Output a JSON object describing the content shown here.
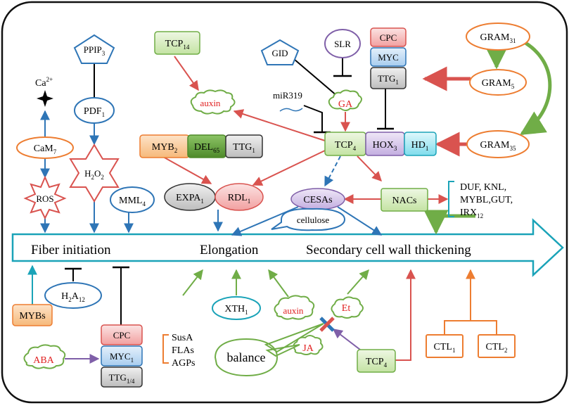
{
  "colors": {
    "red": "#d9534f",
    "blue": "#2e75b6",
    "green": "#70ad47",
    "orange": "#ed7d31",
    "purple": "#7f5fa8",
    "teal": "#1aa3b8",
    "label_red": "#e02020"
  },
  "nodes": {
    "ca2": {
      "base": "Ca",
      "sup": "2+"
    },
    "cam7": {
      "base": "CaM",
      "sub": "7"
    },
    "ros": "ROS",
    "ppip3": {
      "base": "PPIP",
      "sub": "3"
    },
    "pdf1": {
      "base": "PDF",
      "sub": "1"
    },
    "h2o2": {
      "p1": "H",
      "s1": "2",
      "p2": "O",
      "s2": "2"
    },
    "mml4": {
      "base": "MML",
      "sub": "4"
    },
    "tcp14": {
      "base": "TCP",
      "sub": "14"
    },
    "auxin_top": "auxin",
    "gid": "GID",
    "slr": "SLR",
    "ga": "GA",
    "mir319": "miR319",
    "cpc_top": "CPC",
    "myc_top": "MYC",
    "ttg1_top": {
      "base": "TTG",
      "sub": "1"
    },
    "gram31": {
      "base": "GRAM",
      "sub": "31"
    },
    "gram5": {
      "base": "GRAM",
      "sub": "5"
    },
    "gram35": {
      "base": "GRAM",
      "sub": "35"
    },
    "myb2": {
      "base": "MYB",
      "sub": "2"
    },
    "del65": {
      "base": "DEL",
      "sub": "65"
    },
    "ttg1_mid": {
      "base": "TTG",
      "sub": "1"
    },
    "tcp4_main": {
      "base": "TCP",
      "sub": "4"
    },
    "hox3": {
      "base": "HOX",
      "sub": "3"
    },
    "hd1": {
      "base": "HD",
      "sub": "1"
    },
    "expa1": {
      "base": "EXPA",
      "sub": "1"
    },
    "rdl1": {
      "base": "RDL",
      "sub": "1"
    },
    "cesas": "CESAs",
    "nacs": "NACs",
    "cellulose": "cellulose",
    "targets": {
      "l1": "DUF, KNL,",
      "l2": "MYBL,GUT,",
      "l3": "IRX",
      "l3_sub": "12"
    },
    "h2a12": {
      "base": "H",
      "s1": "2",
      "mid": "A",
      "s2": "12"
    },
    "mybs": "MYBs",
    "aba": "ABA",
    "cpc_bot": "CPC",
    "myc1_bot": {
      "base": "MYC",
      "sub": "1"
    },
    "ttg14_bot": {
      "base": "TTG",
      "sub": "1/4"
    },
    "susa": "SusA",
    "flas": "FLAs",
    "agps": "AGPs",
    "xth1": {
      "base": "XTH",
      "sub": "1"
    },
    "auxin_bot": "auxin",
    "et": "Et",
    "ja": "JA",
    "balance": "balance",
    "tcp4_bot": {
      "base": "TCP",
      "sub": "4"
    },
    "ctl1": {
      "base": "CTL",
      "sub": "1"
    },
    "ctl2": {
      "base": "CTL",
      "sub": "2"
    }
  },
  "stages": {
    "initiation": "Fiber initiation",
    "elongation": "Elongation",
    "secondary": "Secondary cell wall thickening"
  }
}
